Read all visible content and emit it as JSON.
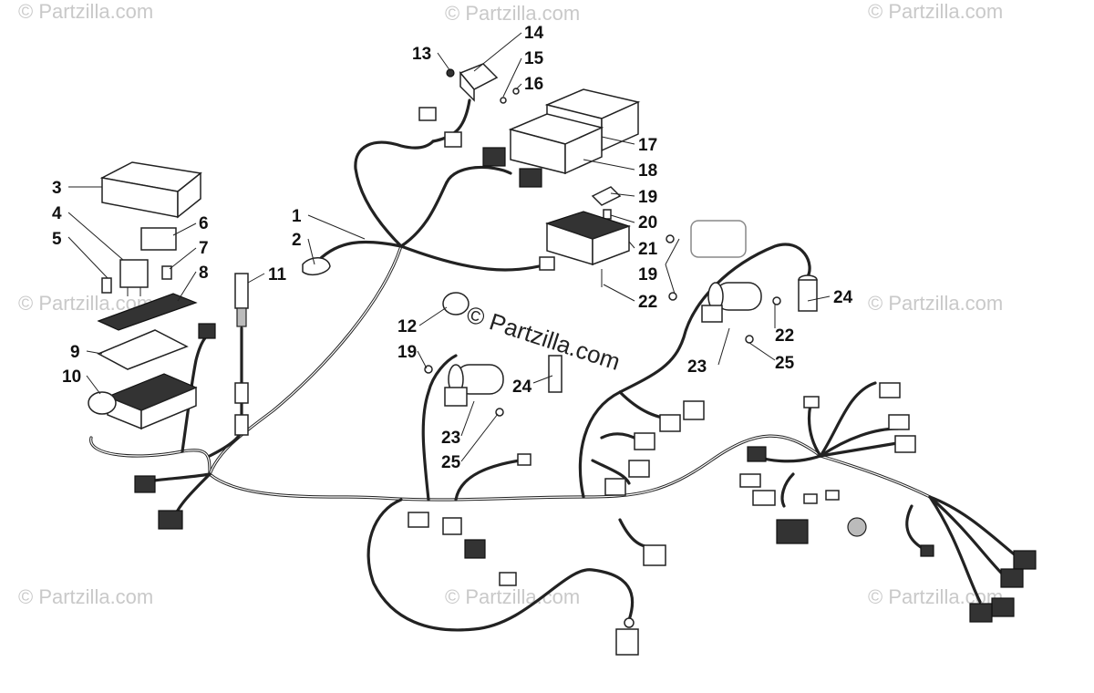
{
  "watermarks": [
    "© Partzilla.com",
    "© Partzilla.com",
    "© Partzilla.com",
    "© Partzilla.com",
    "© Partzilla.com",
    "© Partzilla.com",
    "© Partzilla.com",
    "© Partzilla.com"
  ],
  "center_watermark": "© Partzilla.com",
  "callouts": [
    "1",
    "2",
    "3",
    "4",
    "5",
    "6",
    "7",
    "8",
    "9",
    "10",
    "11",
    "12",
    "13",
    "14",
    "15",
    "16",
    "17",
    "18",
    "19",
    "20",
    "21",
    "19",
    "22",
    "24",
    "22",
    "23",
    "25",
    "19",
    "24",
    "23",
    "25"
  ]
}
